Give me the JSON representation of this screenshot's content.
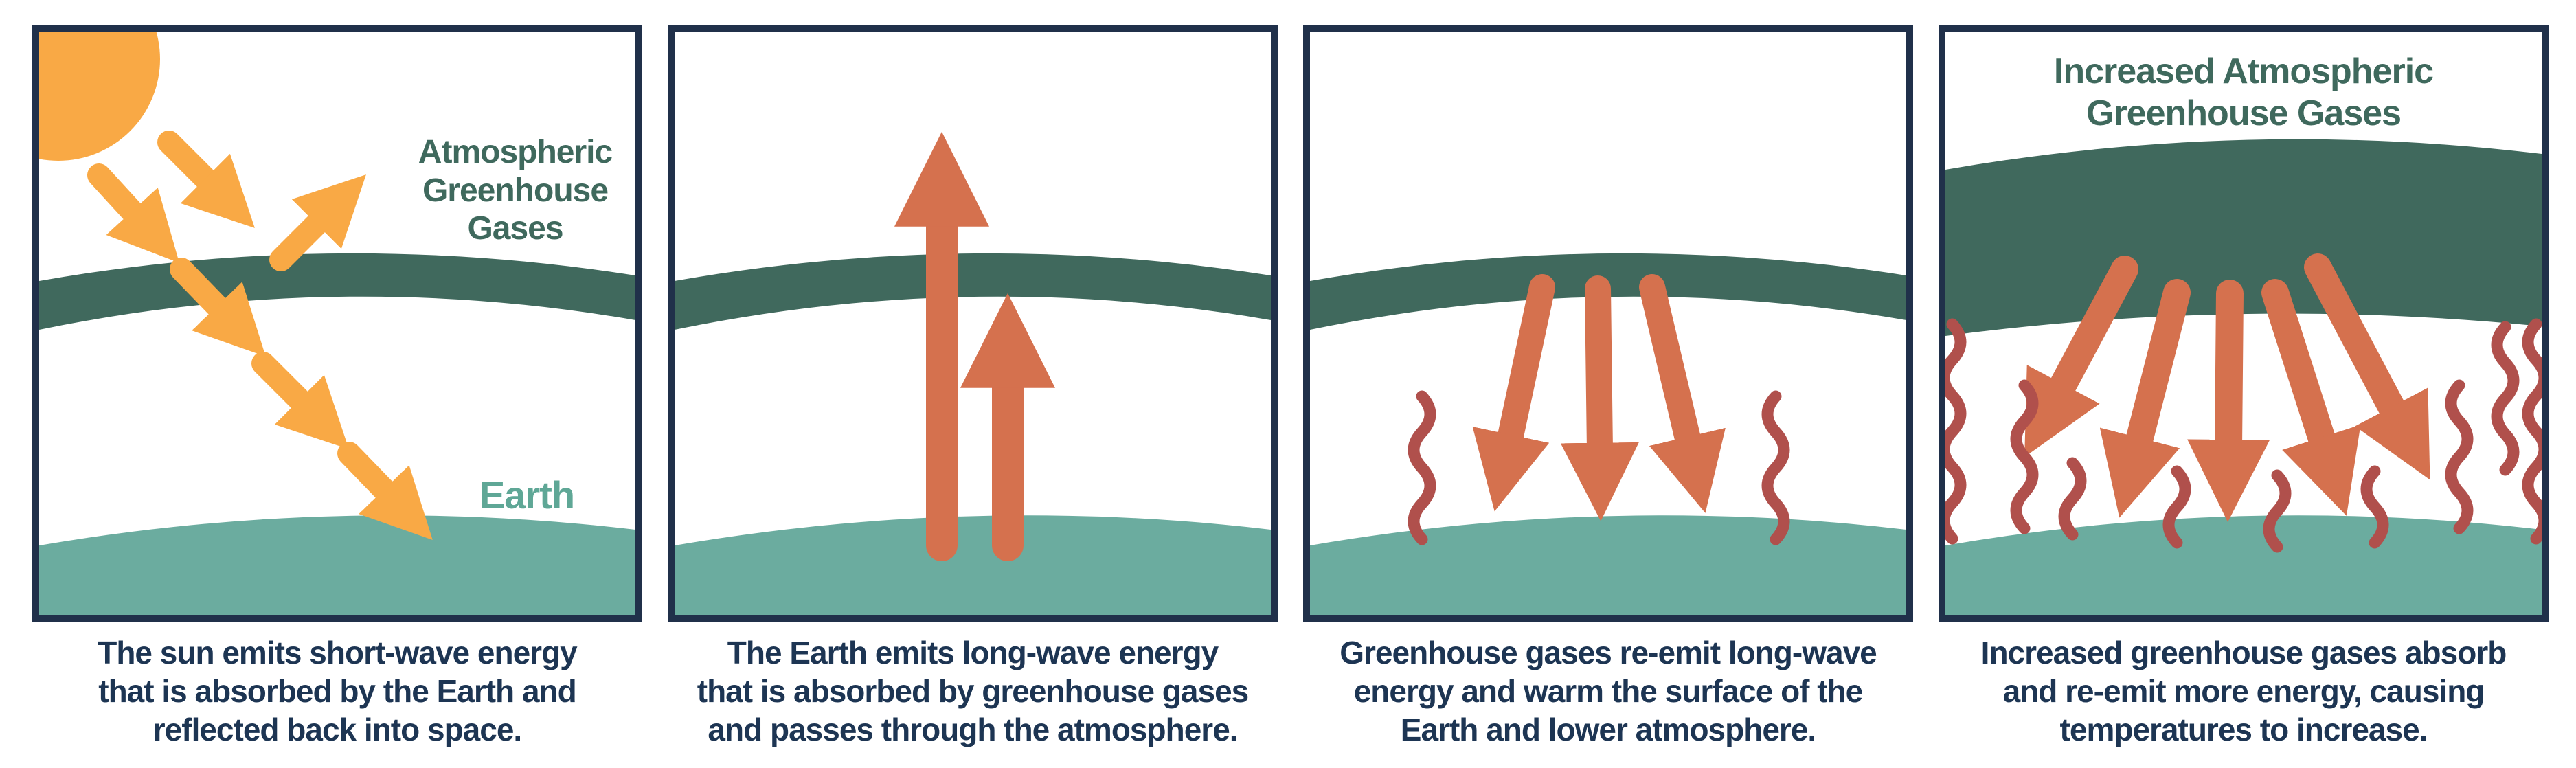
{
  "colors": {
    "ink_navy": "#20304A",
    "caption_navy": "#1D3553",
    "band_green": "#40695D",
    "label_green": "#3F695D",
    "earth_teal": "#6BAC9F",
    "earth_label_teal": "#5FA796",
    "accent_orange": "#F9A945",
    "accent_salmon": "#D5714E",
    "heat_red": "#B0504C"
  },
  "figure": {
    "panels": [
      {
        "atmosphere_label_lines": [
          "Atmospheric",
          "Greenhouse",
          "Gases"
        ],
        "earth_label": "Earth",
        "caption_lines": [
          "The sun emits short-wave energy",
          "that is absorbed by the Earth and",
          "reflected back into space."
        ]
      },
      {
        "caption_lines": [
          "The Earth emits long-wave energy",
          "that is absorbed by greenhouse gases",
          "and passes through the atmosphere."
        ]
      },
      {
        "caption_lines": [
          "Greenhouse gases re-emit long-wave",
          "energy and warm the surface of the",
          "Earth and lower atmosphere."
        ]
      },
      {
        "title_lines": [
          "Increased Atmospheric",
          "Greenhouse Gases"
        ],
        "caption_lines": [
          "Increased greenhouse gases absorb",
          "and re-emit more energy, causing",
          "temperatures to increase."
        ]
      }
    ],
    "icons": {
      "sun-icon": "orange circle, top-left, clipped by frame",
      "short-wave-arrow-icon": "orange diagonal dashed-beam arrow",
      "long-wave-arrow-icon": "salmon straight thick arrow",
      "atmosphere-band": "dark green curved band",
      "earth-surface": "teal curved surface at bottom",
      "heat-squiggle-icon": "brick-red vertical wavy line"
    }
  }
}
